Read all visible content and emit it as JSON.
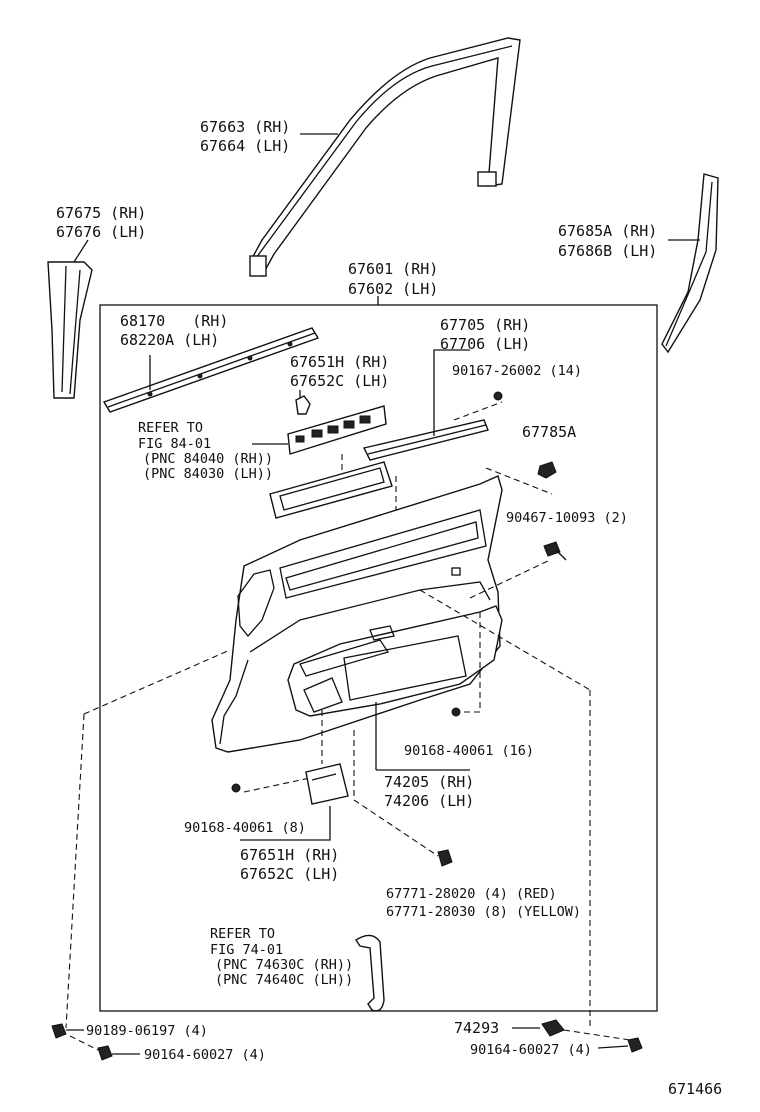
{
  "labels": {
    "belt_mold_1": "67663 (RH)",
    "belt_mold_2": "67664 (LH)",
    "front_mold_1": "67675 (RH)",
    "front_mold_2": "67676 (LH)",
    "rear_mold_1": "67685A (RH)",
    "rear_mold_2": "67686B (LH)",
    "trim_1": "67601 (RH)",
    "trim_2": "67602 (LH)",
    "weather_1": "68170   (RH)",
    "weather_2": "68220A (LH)",
    "bezel_1": "67651H (RH)",
    "bezel_2": "67652C (LH)",
    "panel_1": "67705 (RH)",
    "panel_2": "67706 (LH)",
    "clip_top": "90167-26002 (14)",
    "refer84_1": "REFER TO",
    "refer84_2": "FIG 84-01",
    "refer84_3": "(PNC 84040 (RH))",
    "refer84_4": "(PNC 84030 (LH))",
    "cap": "67785A",
    "screw_right": "90467-10093 (2)",
    "clip_mid": "90168-40061 (16)",
    "armrest_1": "74205 (RH)",
    "armrest_2": "74206 (LH)",
    "clip_low": "90168-40061 (8)",
    "cover_1": "67651H (RH)",
    "cover_2": "67652C (LH)",
    "clip_red": "67771-28020 (4) (RED)",
    "clip_yellow": "67771-28030 (8) (YELLOW)",
    "refer74_1": "REFER TO",
    "refer74_2": "FIG 74-01",
    "refer74_3": "(PNC 74630C (RH))",
    "refer74_4": "(PNC 74640C (LH))",
    "screw_left_1": "90189-06197 (4)",
    "screw_left_2": "90164-60027 (4)",
    "part_74293": "74293",
    "screw_right_bottom": "90164-60027 (4)",
    "drawing_no": "671466"
  }
}
